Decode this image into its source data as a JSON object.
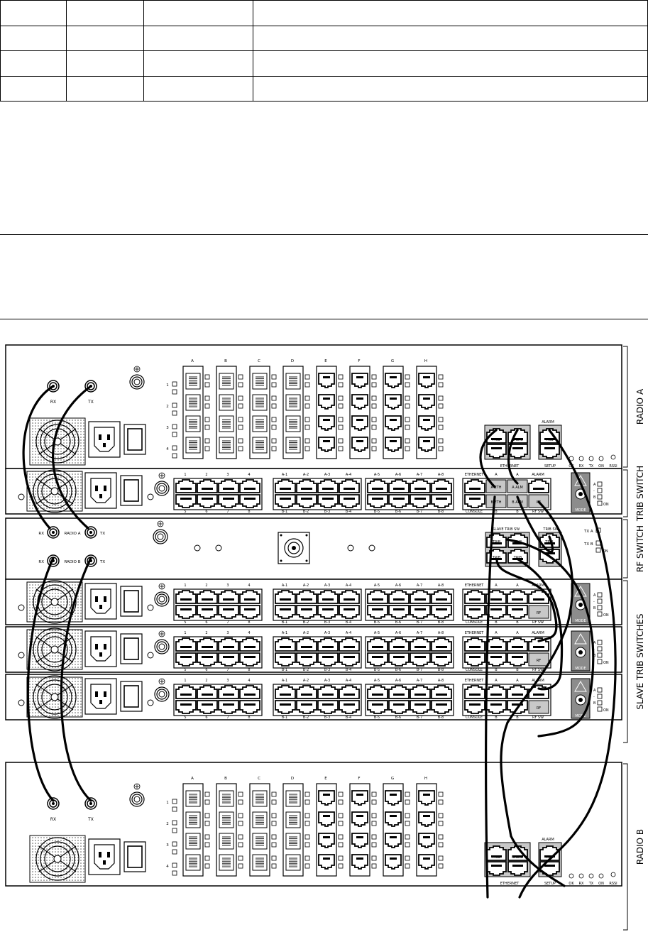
{
  "colors": {
    "line": "#000000",
    "panel_fill": "#ffffff",
    "module_fill": "#c8c8c8",
    "mode_fill": "#8c8c8c"
  },
  "labels": {
    "radio_a": "RADIO A",
    "trib_switch": "TRIB SWITCH",
    "rf_switch": "RF SWITCH",
    "slave_trib_switches": "SLAVE TRIB SWITCHES",
    "radio_b": "RADIO B",
    "rx": "RX",
    "tx": "TX",
    "radio_a_port": "RADIO A",
    "radio_b_port": "RADIO B",
    "slot_letters": [
      "A",
      "B",
      "C",
      "D",
      "E",
      "F",
      "G",
      "H"
    ],
    "slot_rows": [
      "1",
      "2",
      "3",
      "4"
    ],
    "trib_top_nums": [
      "1",
      "2",
      "3",
      "4"
    ],
    "trib_bottom_nums": [
      "5",
      "6",
      "7",
      "8"
    ],
    "a_top_1": [
      "A-1",
      "A-2",
      "A-3",
      "A-4"
    ],
    "b_bottom_1": [
      "B-1",
      "B-2",
      "B-3",
      "B-4"
    ],
    "a_top_2": [
      "A-5",
      "A-6",
      "A-7",
      "A-8"
    ],
    "b_bottom_2": [
      "B-5",
      "B-6",
      "B-7",
      "B-8"
    ],
    "ethernet": "ETHERNET",
    "console": "CONSOLE",
    "a_letter": "A",
    "b_letter": "B",
    "alarm": "ALARM",
    "rf_sw": "RF SW",
    "a_eth": "A ETH",
    "a_alm": "A ALM",
    "b_eth": "B ETH",
    "b_alm": "B ALM",
    "rf": "RF",
    "mode": "MODE",
    "on": "ON",
    "trib": "TRIB",
    "radio": "RADIO",
    "setup": "SETUP",
    "port_1": "1",
    "port_2": "2",
    "port_3": "3",
    "port_4": "4",
    "leds": [
      "OK",
      "RX",
      "TX",
      "ON"
    ],
    "rssi": "RSSI",
    "slave_trib_sw": "SLAVE TRIB SW",
    "trib_sw": "TRIB SW",
    "tx_a": "TX A",
    "tx_b": "TX B",
    "dash": "-"
  }
}
